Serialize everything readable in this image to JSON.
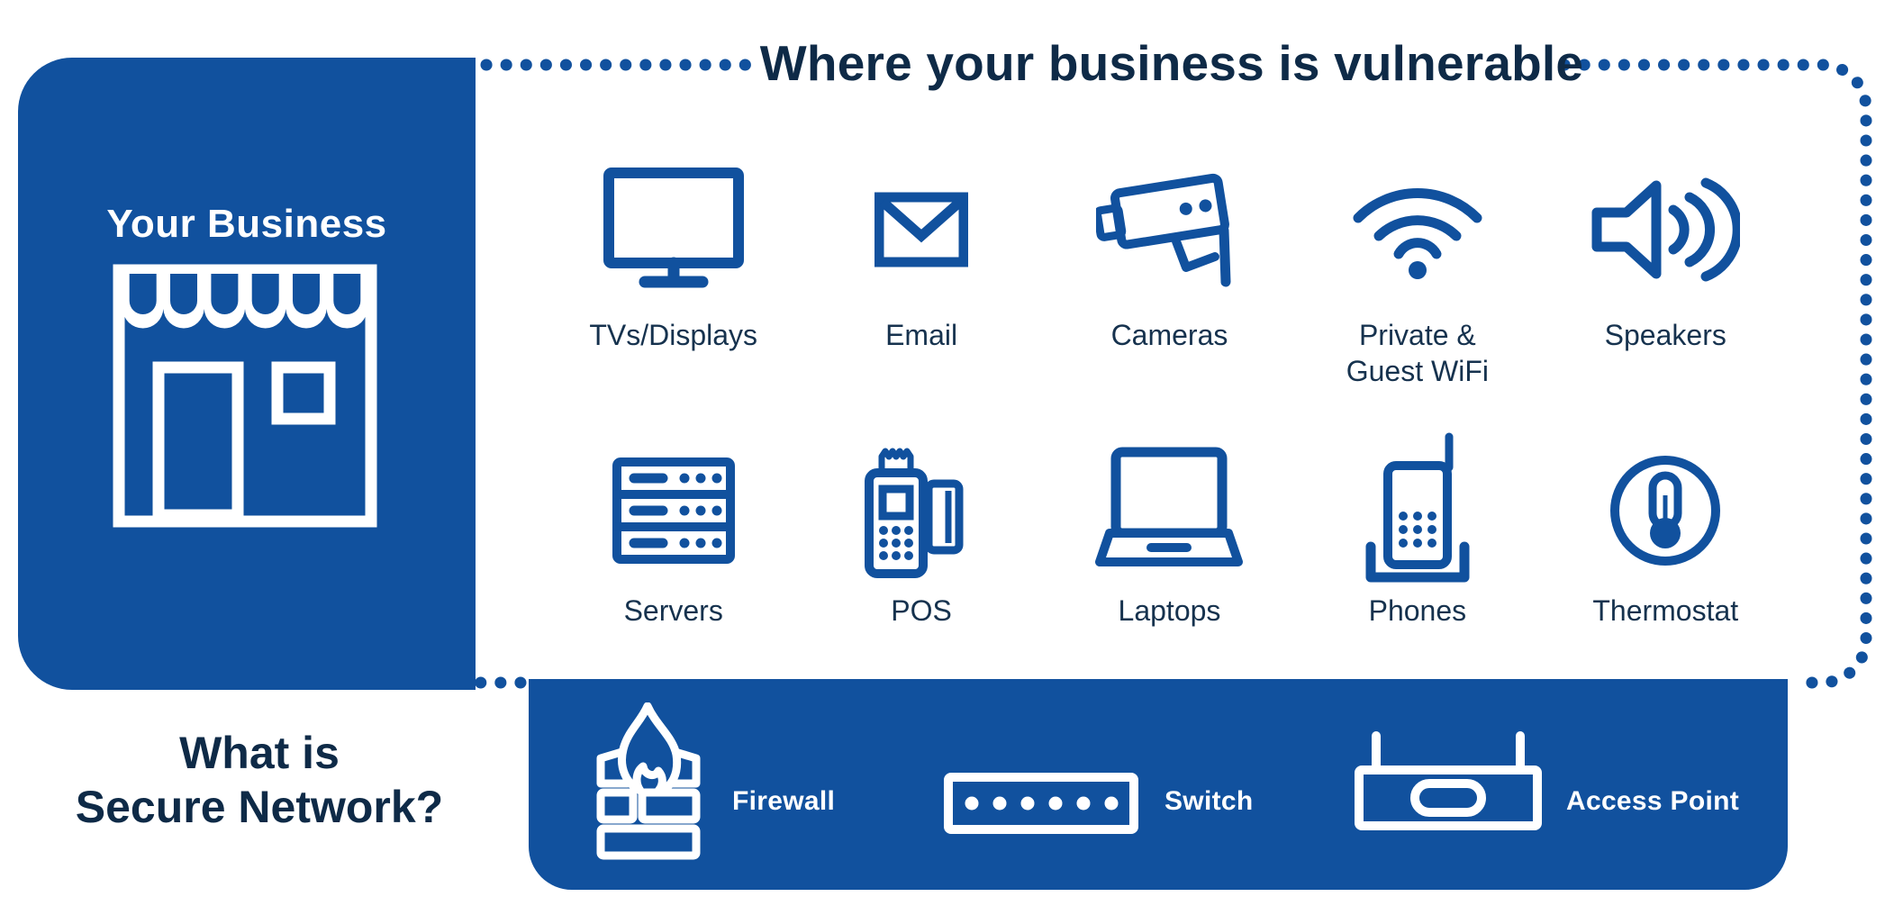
{
  "colors": {
    "brand_blue": "#11519e",
    "title_navy": "#0e2a47",
    "label_navy": "#16324e",
    "white": "#ffffff"
  },
  "business_box": {
    "title": "Your Business",
    "icon": "storefront-icon"
  },
  "vulnerable_section": {
    "title": "Where your business is vulnerable",
    "row1": [
      {
        "label": "TVs/Displays",
        "icon": "tv-display-icon"
      },
      {
        "label": "Email",
        "icon": "email-icon"
      },
      {
        "label": "Cameras",
        "icon": "security-camera-icon"
      },
      {
        "label": "Private & Guest WiFi",
        "icon": "wifi-icon"
      },
      {
        "label": "Speakers",
        "icon": "speaker-icon"
      }
    ],
    "row2": [
      {
        "label": "Servers",
        "icon": "server-rack-icon"
      },
      {
        "label": "POS",
        "icon": "pos-terminal-icon"
      },
      {
        "label": "Laptops",
        "icon": "laptop-icon"
      },
      {
        "label": "Phones",
        "icon": "phone-icon"
      },
      {
        "label": "Thermostat",
        "icon": "thermostat-icon"
      }
    ]
  },
  "secure_network_section": {
    "question_line1": "What is",
    "question_line2": "Secure Network?",
    "items": [
      {
        "label": "Firewall",
        "icon": "firewall-icon"
      },
      {
        "label": "Switch",
        "icon": "network-switch-icon"
      },
      {
        "label": "Access Point",
        "icon": "access-point-icon"
      }
    ]
  }
}
